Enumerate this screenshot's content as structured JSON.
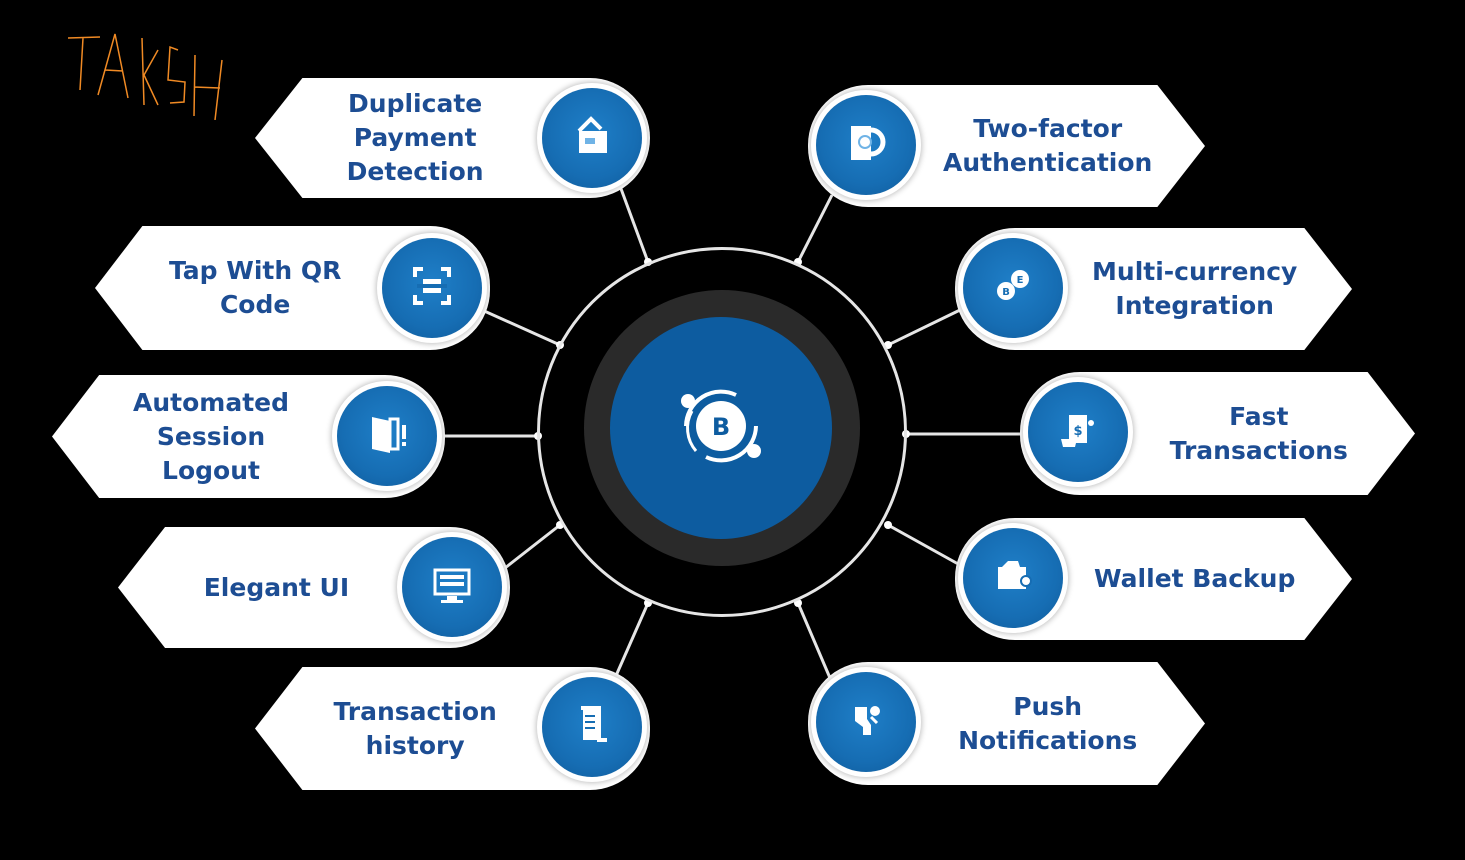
{
  "annotation": {
    "handwritten_text": "TAKSH",
    "color": "#f08a24"
  },
  "hub": {
    "icon": "bitcoin-orbit-icon",
    "core_color": "#0d5ca0",
    "ring_color": "#2a2a2a"
  },
  "colors": {
    "background": "#000000",
    "card": "#ffffff",
    "text": "#1d4d93",
    "icon_circle": "#166db3"
  },
  "features": {
    "left": [
      {
        "label": "Duplicate Payment Detection",
        "lines": [
          "Duplicate",
          "Payment",
          "Detection"
        ],
        "icon": "wallet-card-icon"
      },
      {
        "label": "Tap With QR Code",
        "lines": [
          "Tap With",
          "QR Code"
        ],
        "icon": "qr-scan-icon"
      },
      {
        "label": "Automated Session Logout",
        "lines": [
          "Automated",
          "Session Logout"
        ],
        "icon": "door-exit-icon"
      },
      {
        "label": "Elegant UI",
        "lines": [
          "Elegant UI"
        ],
        "icon": "monitor-icon"
      },
      {
        "label": "Transaction history",
        "lines": [
          "Transaction",
          "history"
        ],
        "icon": "receipt-icon"
      }
    ],
    "right": [
      {
        "label": "Two-factor Authentication",
        "lines": [
          "Two-factor",
          "Authentication"
        ],
        "icon": "fingerprint-phone-icon"
      },
      {
        "label": "Multi-currency Integration",
        "lines": [
          "Multi-currency",
          "Integration"
        ],
        "icon": "currency-exchange-icon"
      },
      {
        "label": "Fast Transactions",
        "lines": [
          "Fast",
          "Transactions"
        ],
        "icon": "fast-payment-icon"
      },
      {
        "label": "Wallet Backup",
        "lines": [
          "Wallet Backup"
        ],
        "icon": "wallet-backup-icon"
      },
      {
        "label": "Push Notifications",
        "lines": [
          "Push",
          "Notifications"
        ],
        "icon": "push-notification-icon"
      }
    ]
  }
}
